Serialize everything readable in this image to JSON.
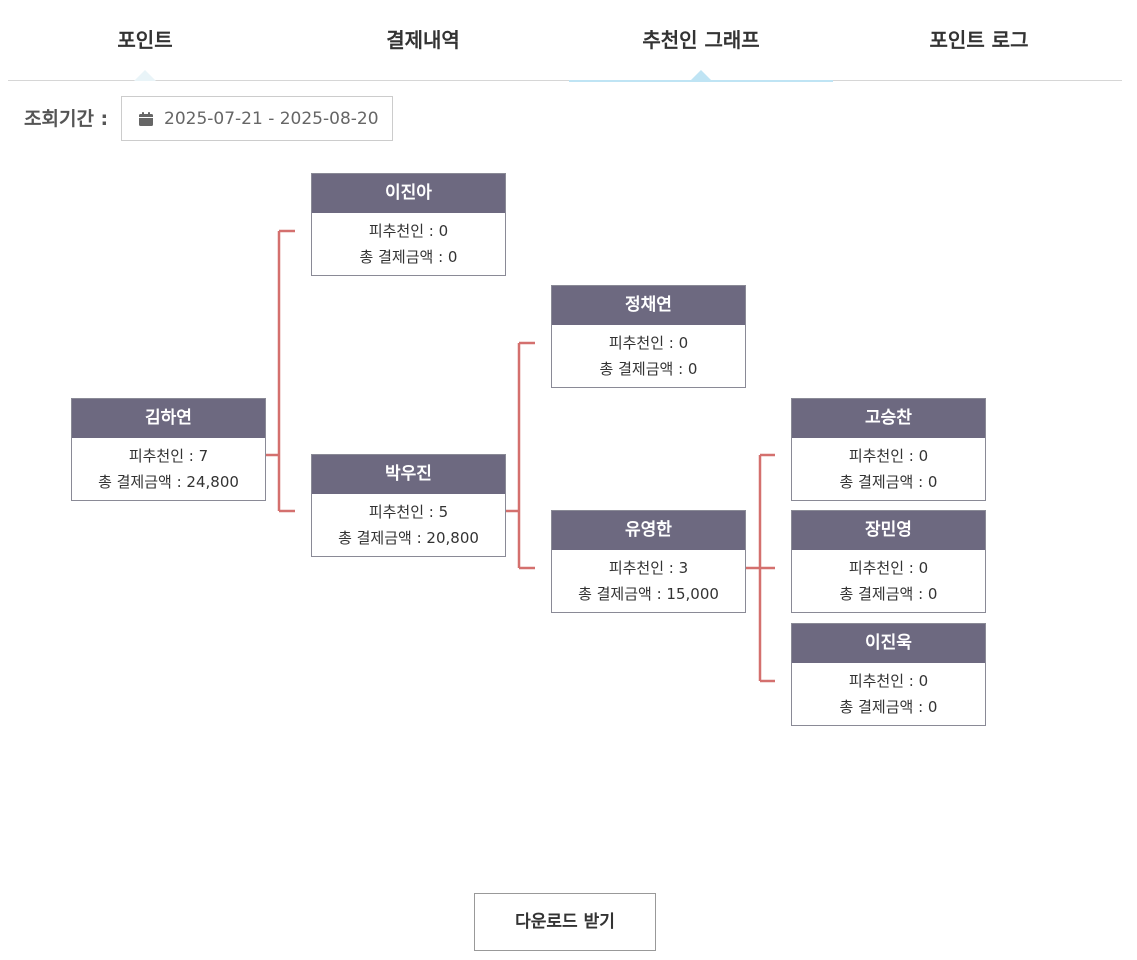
{
  "tabs": [
    {
      "label": "포인트",
      "active": false
    },
    {
      "label": "결제내역",
      "active": false
    },
    {
      "label": "추천인 그래프",
      "active": true
    },
    {
      "label": "포인트 로그",
      "active": false
    }
  ],
  "filter": {
    "label": "조회기간 :",
    "date_range": "2025-07-21 - 2025-08-20",
    "icon": "calendar-icon"
  },
  "referral_label": "피추천인 : ",
  "payment_label": "총 결제금액 : ",
  "nodes": [
    {
      "name": "김하연",
      "referrals": "7",
      "payment": "24,800"
    },
    {
      "name": "이진아",
      "referrals": "0",
      "payment": "0"
    },
    {
      "name": "박우진",
      "referrals": "5",
      "payment": "20,800"
    },
    {
      "name": "정채연",
      "referrals": "0",
      "payment": "0"
    },
    {
      "name": "유영한",
      "referrals": "3",
      "payment": "15,000"
    },
    {
      "name": "고승찬",
      "referrals": "0",
      "payment": "0"
    },
    {
      "name": "장민영",
      "referrals": "0",
      "payment": "0"
    },
    {
      "name": "이진욱",
      "referrals": "0",
      "payment": "0"
    }
  ],
  "colors": {
    "node_header": "#6d6980",
    "connector": "#d4706e",
    "active_tab_indicator": "#bfe4f4"
  },
  "download_label": "다운로드 받기"
}
